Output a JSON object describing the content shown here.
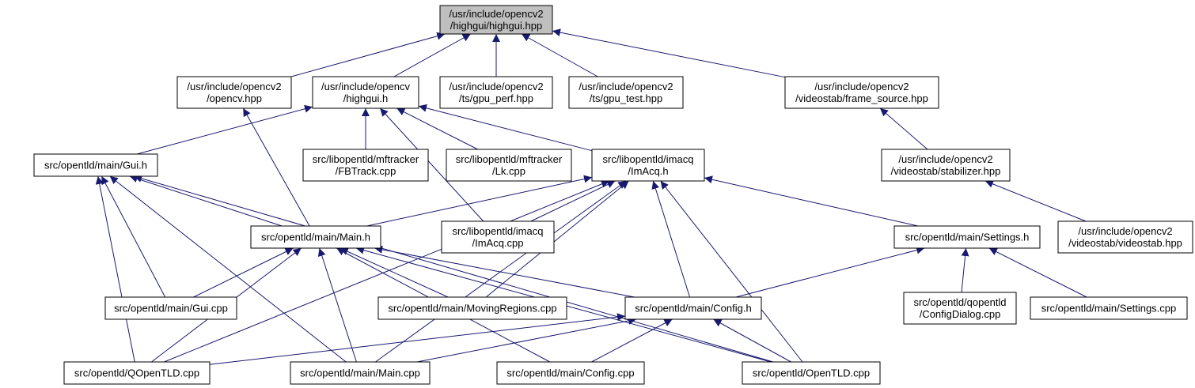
{
  "colors": {
    "edge": "#191970",
    "root_fill": "#bfbfbf",
    "node_fill": "#ffffff",
    "node_border": "#000000"
  },
  "nodes": {
    "root": [
      "/usr/include/opencv2",
      "/highgui/highgui.hpp"
    ],
    "opencv_hpp": [
      "/usr/include/opencv2",
      "/opencv.hpp"
    ],
    "highgui_h": [
      "/usr/include/opencv",
      "/highgui.h"
    ],
    "gpu_perf": [
      "/usr/include/opencv2",
      "/ts/gpu_perf.hpp"
    ],
    "gpu_test": [
      "/usr/include/opencv2",
      "/ts/gpu_test.hpp"
    ],
    "frame_source": [
      "/usr/include/opencv2",
      "/videostab/frame_source.hpp"
    ],
    "gui_h": [
      "src/opentld/main/Gui.h"
    ],
    "fbtrack": [
      "src/libopentld/mftracker",
      "/FBTrack.cpp"
    ],
    "lk": [
      "src/libopentld/mftracker",
      "/Lk.cpp"
    ],
    "imacq_h": [
      "src/libopentld/imacq",
      "/ImAcq.h"
    ],
    "stabilizer": [
      "/usr/include/opencv2",
      "/videostab/stabilizer.hpp"
    ],
    "main_h": [
      "src/opentld/main/Main.h"
    ],
    "imacq_cpp": [
      "src/libopentld/imacq",
      "/ImAcq.cpp"
    ],
    "settings_h": [
      "src/opentld/main/Settings.h"
    ],
    "videostab": [
      "/usr/include/opencv2",
      "/videostab/videostab.hpp"
    ],
    "gui_cpp": [
      "src/opentld/main/Gui.cpp"
    ],
    "moving_regions": [
      "src/opentld/main/MovingRegions.cpp"
    ],
    "config_h": [
      "src/opentld/main/Config.h"
    ],
    "config_dialog": [
      "src/opentld/qopentld",
      "/ConfigDialog.cpp"
    ],
    "settings_cpp": [
      "src/opentld/main/Settings.cpp"
    ],
    "qopentld": [
      "src/opentld/QOpenTLD.cpp"
    ],
    "main_cpp": [
      "src/opentld/main/Main.cpp"
    ],
    "config_cpp": [
      "src/opentld/main/Config.cpp"
    ],
    "opentld_cpp": [
      "src/opentld/OpenTLD.cpp"
    ]
  },
  "edges": [
    [
      "opencv_hpp",
      "root"
    ],
    [
      "highgui_h",
      "root"
    ],
    [
      "gpu_perf",
      "root"
    ],
    [
      "gpu_test",
      "root"
    ],
    [
      "frame_source",
      "root"
    ],
    [
      "gui_h",
      "highgui_h"
    ],
    [
      "fbtrack",
      "highgui_h"
    ],
    [
      "lk",
      "highgui_h"
    ],
    [
      "imacq_h",
      "highgui_h"
    ],
    [
      "imacq_cpp",
      "highgui_h"
    ],
    [
      "main_h",
      "opencv_hpp"
    ],
    [
      "stabilizer",
      "frame_source"
    ],
    [
      "videostab",
      "stabilizer"
    ],
    [
      "main_h",
      "gui_h"
    ],
    [
      "gui_cpp",
      "gui_h"
    ],
    [
      "qopentld",
      "gui_h"
    ],
    [
      "main_cpp",
      "gui_h"
    ],
    [
      "opentld_cpp",
      "gui_h"
    ],
    [
      "main_h",
      "imacq_h"
    ],
    [
      "imacq_cpp",
      "imacq_h"
    ],
    [
      "settings_h",
      "imacq_h"
    ],
    [
      "moving_regions",
      "imacq_h"
    ],
    [
      "config_h",
      "imacq_h"
    ],
    [
      "main_cpp",
      "imacq_h"
    ],
    [
      "qopentld",
      "imacq_h"
    ],
    [
      "opentld_cpp",
      "imacq_h"
    ],
    [
      "gui_cpp",
      "main_h"
    ],
    [
      "moving_regions",
      "main_h"
    ],
    [
      "config_h",
      "main_h"
    ],
    [
      "qopentld",
      "main_h"
    ],
    [
      "main_cpp",
      "main_h"
    ],
    [
      "config_cpp",
      "main_h"
    ],
    [
      "opentld_cpp",
      "main_h"
    ],
    [
      "config_h",
      "settings_h"
    ],
    [
      "config_dialog",
      "settings_h"
    ],
    [
      "settings_cpp",
      "settings_h"
    ],
    [
      "qopentld",
      "config_h"
    ],
    [
      "main_cpp",
      "config_h"
    ],
    [
      "config_cpp",
      "config_h"
    ],
    [
      "opentld_cpp",
      "config_h"
    ]
  ]
}
